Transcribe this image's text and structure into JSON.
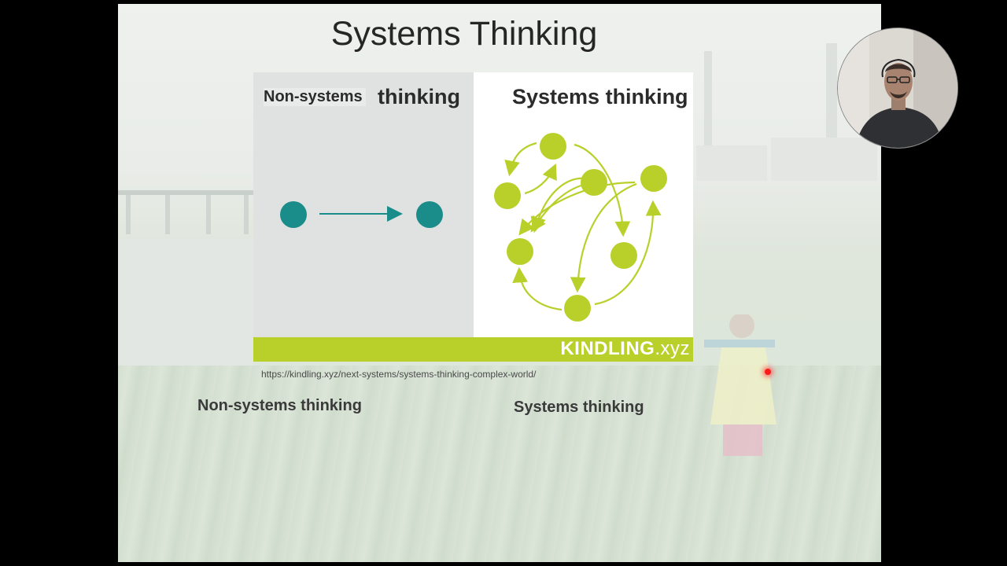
{
  "slide": {
    "title": "Systems Thinking",
    "figure": {
      "left_heading_part1": "Non-systems",
      "left_heading_part2": "thinking",
      "right_heading": "Systems thinking",
      "brand_main": "KINDLING",
      "brand_tld": ".xyz"
    },
    "source_url": "https://kindling.xyz/next-systems/systems-thinking-complex-world/",
    "caption_left": "Non-systems thinking",
    "caption_right": "Systems thinking"
  },
  "colors": {
    "teal": "#1a8c8a",
    "lime": "#b9d02b",
    "pointer": "#ff1a1a"
  },
  "icons": {
    "laser_pointer": "laser-pointer-dot",
    "webcam": "presenter-webcam"
  }
}
